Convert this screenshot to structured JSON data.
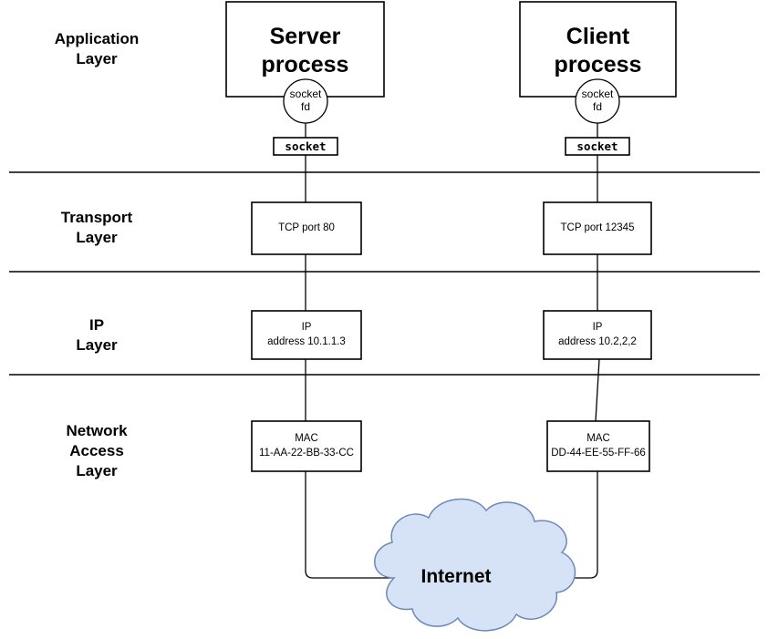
{
  "diagram": {
    "title": "TCP/IP protocol stack: server and client hosts connected through the Internet",
    "colors": {
      "stroke": "#000000",
      "cloud_fill": "#d6e3f7",
      "cloud_stroke": "#6b88b8",
      "background": "#ffffff"
    }
  },
  "layers": [
    {
      "id": "application",
      "label": "Application\nLayer"
    },
    {
      "id": "transport",
      "label": "Transport\nLayer"
    },
    {
      "id": "ip",
      "label": "IP\nLayer"
    },
    {
      "id": "network_access",
      "label": "Network\nAccess\nLayer"
    }
  ],
  "columns": {
    "server": {
      "process_label": "Server\nprocess",
      "socket_fd_label": "socket\nfd",
      "socket_tag_label": "socket",
      "transport_label": "TCP port 80",
      "ip_label": "IP\naddress 10.1.1.3",
      "mac_label": "MAC\n11-AA-22-BB-33-CC"
    },
    "client": {
      "process_label": "Client\nprocess",
      "socket_fd_label": "socket\nfd",
      "socket_tag_label": "socket",
      "transport_label": "TCP port 12345",
      "ip_label": "IP\naddress 10.2,2,2",
      "mac_label": "MAC\nDD-44-EE-55-FF-66"
    }
  },
  "cloud": {
    "label": "Internet"
  }
}
